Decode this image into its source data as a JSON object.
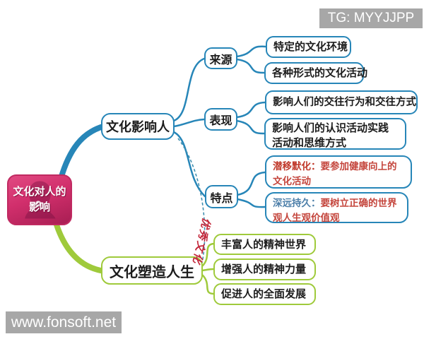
{
  "watermarks": {
    "top_right": "TG: MYYJJPP",
    "bottom_left": "www.fonsoft.net"
  },
  "root": {
    "line1": "文化对人的",
    "line2": "影响"
  },
  "branches": [
    {
      "label": "文化影响人",
      "color": "#2786b8",
      "children": [
        {
          "label": "来源",
          "leaves": [
            {
              "text": "特定的文化环境"
            },
            {
              "text": "各种形式的文化活动"
            }
          ]
        },
        {
          "label": "表现",
          "leaves": [
            {
              "text": "影响人们的交往行为和交往方式"
            },
            {
              "text": "影响人们的认识活动实践活动和思维方式"
            }
          ]
        },
        {
          "label": "特点",
          "leaves": [
            {
              "emphasis": "潜移默化：",
              "emphasis_color": "#c0392b",
              "text": "要参加健康向上的文化活动",
              "text_color": "#c4453c"
            },
            {
              "emphasis": "深远持久：",
              "emphasis_color": "#4d7fa9",
              "text": "要树立正确的世界观人生观价值观",
              "text_color": "#c4453c"
            }
          ]
        }
      ]
    },
    {
      "label": "文化塑造人生",
      "color": "#9fca3b",
      "leaves": [
        {
          "text": "丰富人的精神世界"
        },
        {
          "text": "增强人的精神力量"
        },
        {
          "text": "促进人的全面发展"
        }
      ]
    }
  ],
  "connector_label": {
    "text": "优秀文化"
  },
  "colors": {
    "branch_blue": "#2786b8",
    "branch_green": "#9fca3b",
    "root_pink": "#d12f6c",
    "red_text": "#c4453c",
    "emphasis_red": "#c0392b",
    "emphasis_blue": "#4d7fa9",
    "watermark_gray": "#a7a7a7"
  }
}
